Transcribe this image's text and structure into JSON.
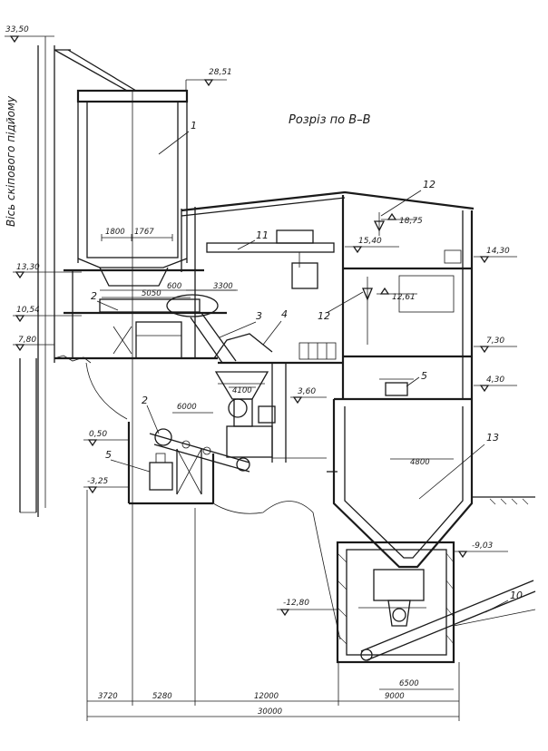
{
  "title": "Розріз по B–B",
  "shaft_axis_label": "Вісь скіпового підйому",
  "levels": {
    "top_left": "33,50",
    "bunker_top": "28,51",
    "left_1": "13,30",
    "left_2": "10,54",
    "left_3": "7,80",
    "left_4": "0,50",
    "left_5": "-3,25",
    "center": "3,60",
    "right_1": "18,75",
    "right_2": "15,40",
    "right_3": "14,30",
    "right_4": "12,61",
    "right_5": "7,30",
    "right_6": "4,30",
    "right_7": "-9,03",
    "bottom_pit": "-12,80"
  },
  "labels": {
    "n1": "1",
    "n2a": "2",
    "n2b": "2",
    "n3": "3",
    "n4": "4",
    "n5a": "5",
    "n5b": "5",
    "n10": "10",
    "n11": "11",
    "n12a": "12",
    "n12b": "12",
    "n13": "13"
  },
  "dims": {
    "d1800": "1800",
    "d1767": "1767",
    "d5050": "5050",
    "d600": "600",
    "d3300": "3300",
    "d4100": "4100",
    "d6000": "6000",
    "d4800": "4800",
    "d6500": "6500",
    "b3720": "3720",
    "b5280": "5280",
    "b12000": "12000",
    "b9000": "9000",
    "total": "30000"
  }
}
